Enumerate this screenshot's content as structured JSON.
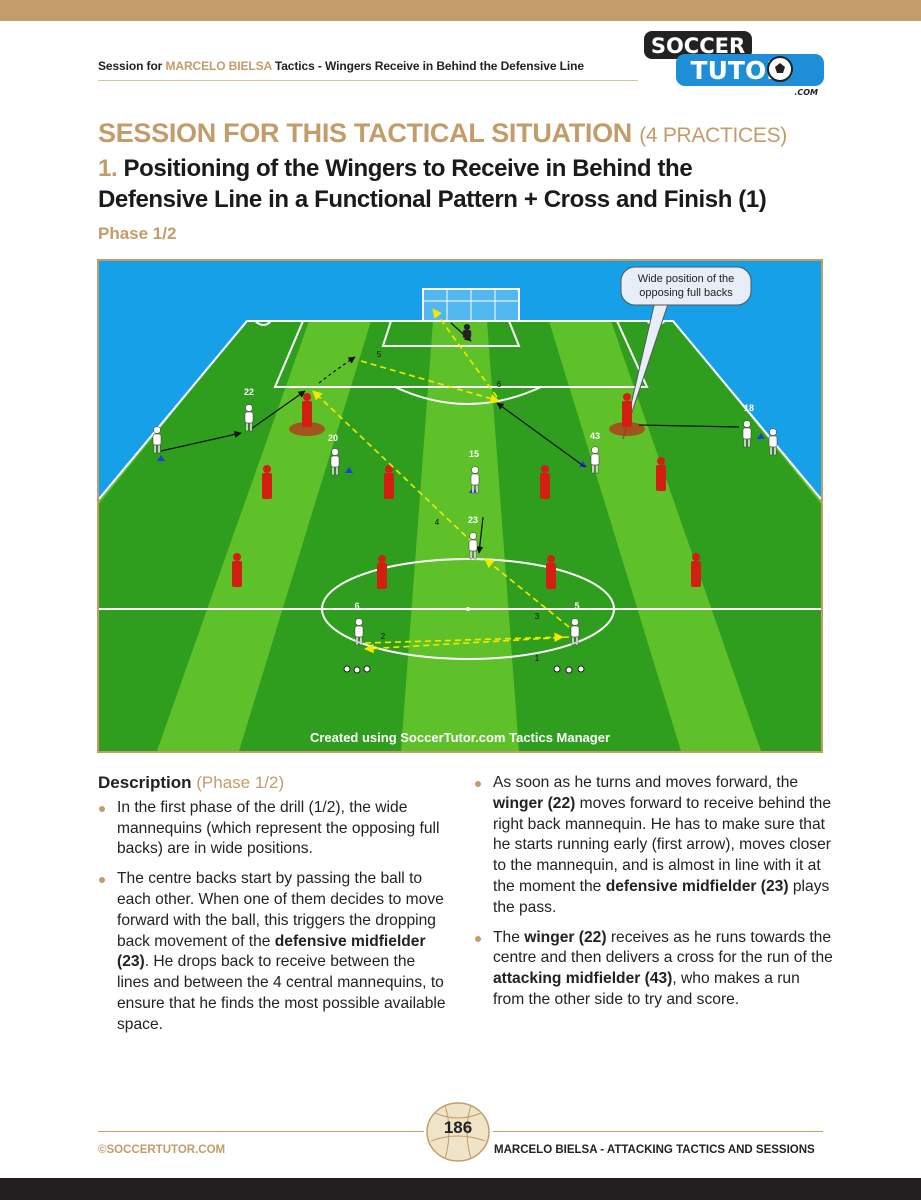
{
  "header": {
    "prefix": "Session for ",
    "coach": "MARCELO BIELSA",
    "suffix": " Tactics - Wingers Receive in Behind the Defensive Line"
  },
  "logo": {
    "line1": "SOCCER",
    "line2": "TUTOR",
    "dotcom": ".COM"
  },
  "session_title": {
    "main": "SESSION FOR THIS TACTICAL SITUATION",
    "sub": "(4 PRACTICES)"
  },
  "practice_title": {
    "number": "1.",
    "line1": "Positioning of the Wingers to Receive in Behind the",
    "line2": "Defensive Line in a Functional Pattern + Cross and Finish (1)"
  },
  "phase_label": "Phase 1/2",
  "diagram": {
    "callout": {
      "line1": "Wide position of the",
      "line2": "opposing full backs"
    },
    "caption": "Created using SoccerTutor.com Tactics Manager",
    "player_numbers": [
      "22",
      "20",
      "15",
      "23",
      "43",
      "18",
      "6",
      "5"
    ],
    "arrow_numbers": [
      "1",
      "2",
      "3",
      "4",
      "5",
      "6"
    ],
    "colors": {
      "pitch_dark": "#2f9e1e",
      "pitch_light": "#5fc12a",
      "sky": "#16a0e8",
      "pass": "#f5e800",
      "mannequin": "#d21f12"
    }
  },
  "description": {
    "title": "Description",
    "title_sub": "(Phase 1/2)",
    "left": [
      {
        "p1": "In the first phase of the drill (1/2), the wide mannequins (which represent the opposing full backs) are in wide positions."
      },
      {
        "p1": "The centre backs start by passing the ball to each other. When one of them decides to move forward with the ball, this triggers the dropping back movement of the ",
        "b1": "defensive midfielder (23)",
        "p2": ". He drops back to receive between the lines and between the 4 central mannequins, to ensure that he finds the most possible available space."
      }
    ],
    "right": [
      {
        "p1": "As soon as he turns and moves forward, the ",
        "b1": "winger (22)",
        "p2": " moves forward to receive behind the right back mannequin. He has to make sure that he starts running early (first arrow), moves closer to the mannequin, and is almost in line with it at the moment the ",
        "b2": "defensive midfielder (23)",
        "p3": " plays the pass."
      },
      {
        "p1": "The ",
        "b1": "winger (22)",
        "p2": " receives as he runs towards the centre and then delivers a cross for the run of the ",
        "b2": "attacking midfielder (43)",
        "p3": ", who makes a run from the other side to try and score."
      }
    ]
  },
  "footer": {
    "left": "©SOCCERTUTOR.COM",
    "page": "186",
    "right": "MARCELO BIELSA - ATTACKING TACTICS AND SESSIONS"
  }
}
